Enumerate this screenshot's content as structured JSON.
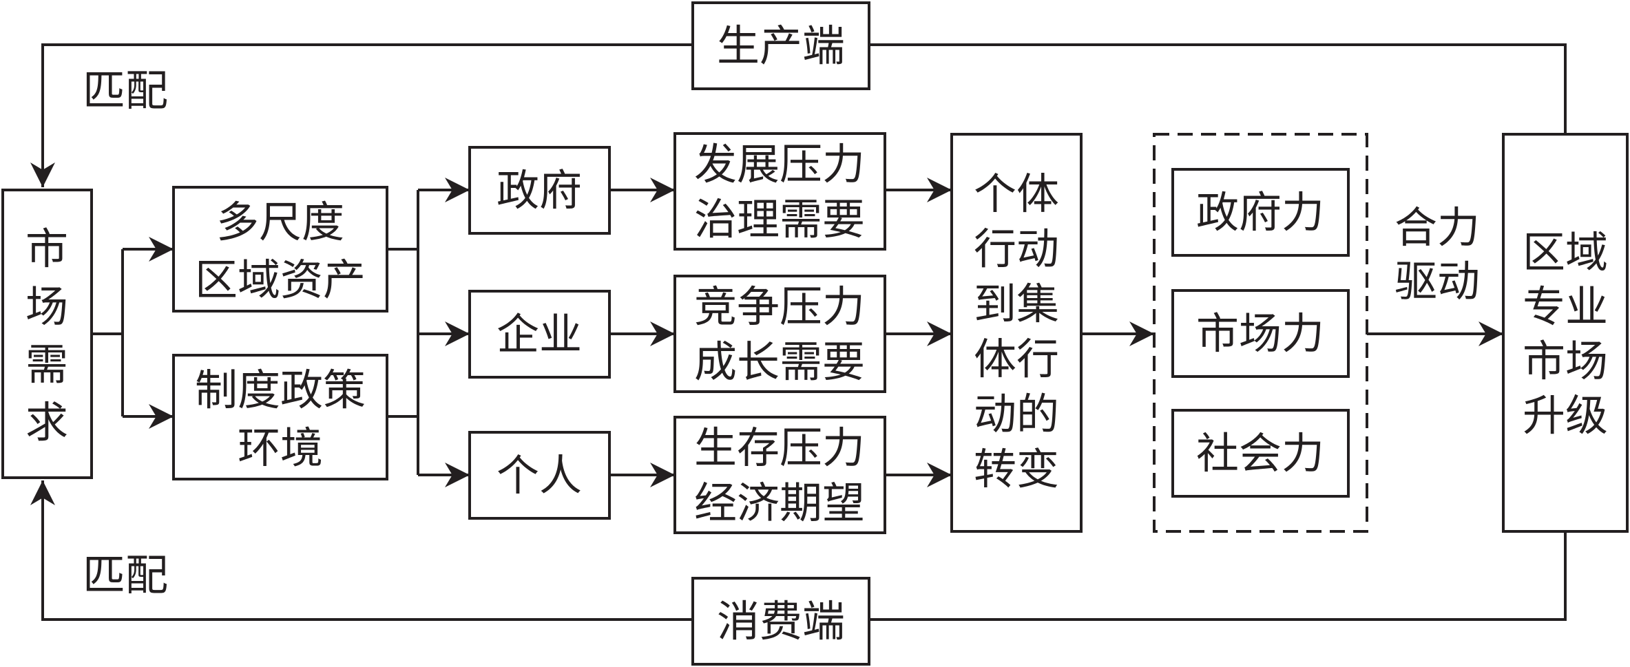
{
  "market_demand": [
    "市",
    "场",
    "需",
    "求"
  ],
  "regional_assets": [
    "多尺度",
    "区域资产"
  ],
  "policy_env": [
    "制度政策",
    "环境"
  ],
  "actors": {
    "government": "政府",
    "enterprise": "企业",
    "individual": "个人"
  },
  "pressures": {
    "government": [
      "发展压力",
      "治理需要"
    ],
    "enterprise": [
      "竞争压力",
      "成长需要"
    ],
    "individual": [
      "生存压力",
      "经济期望"
    ]
  },
  "transition": [
    "个体",
    "行动",
    "到集",
    "体行",
    "动的",
    "转变"
  ],
  "forces": {
    "government": "政府力",
    "market": "市场力",
    "social": "社会力"
  },
  "joint_drive": [
    "合力",
    "驱动"
  ],
  "upgrade": [
    "区域",
    "专业",
    "市场",
    "升级"
  ],
  "production_end": "生产端",
  "consumption_end": "消费端",
  "match_top": "匹配",
  "match_bottom": "匹配"
}
